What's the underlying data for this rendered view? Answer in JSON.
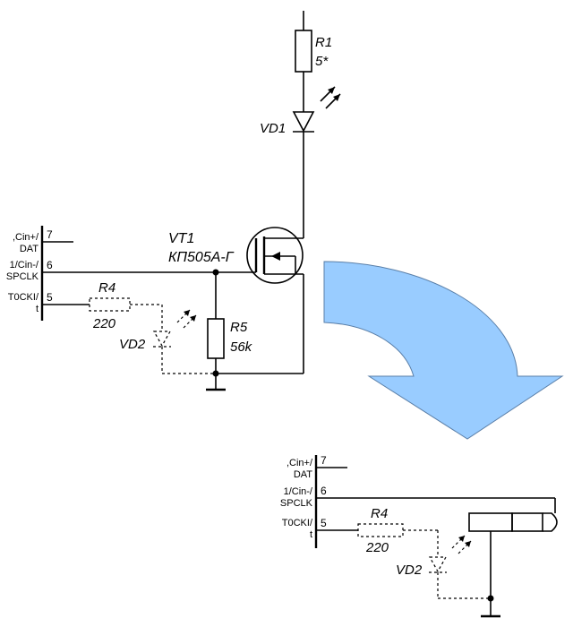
{
  "colors": {
    "arrow_fill": "#99ccff",
    "arrow_stroke": "#5a7fa8",
    "wire": "#000000"
  },
  "top_circuit": {
    "r1": {
      "name": "R1",
      "value": "5*"
    },
    "vd1": {
      "name": "VD1"
    },
    "vt1": {
      "name": "VT1",
      "part": "КП505А-Г"
    },
    "r5": {
      "name": "R5",
      "value": "56k"
    },
    "r4": {
      "name": "R4",
      "value": "220"
    },
    "vd2": {
      "name": "VD2"
    },
    "pins": [
      {
        "number": "7",
        "signal": ",Cin+/",
        "signal2": "DAT"
      },
      {
        "number": "6",
        "signal": "1/Cin-/",
        "signal2": "SPCLK"
      },
      {
        "number": "5",
        "signal": "T0CKI/",
        "signal2": "t"
      }
    ]
  },
  "bottom_circuit": {
    "r4": {
      "name": "R4",
      "value": "220"
    },
    "vd2": {
      "name": "VD2"
    },
    "pins": [
      {
        "number": "7",
        "signal": ",Cin+/",
        "signal2": "DAT"
      },
      {
        "number": "6",
        "signal": "1/Cin-/",
        "signal2": "SPCLK"
      },
      {
        "number": "5",
        "signal": "T0CKI/",
        "signal2": "t"
      }
    ]
  },
  "arrow_icon": "curved-arrow-icon"
}
